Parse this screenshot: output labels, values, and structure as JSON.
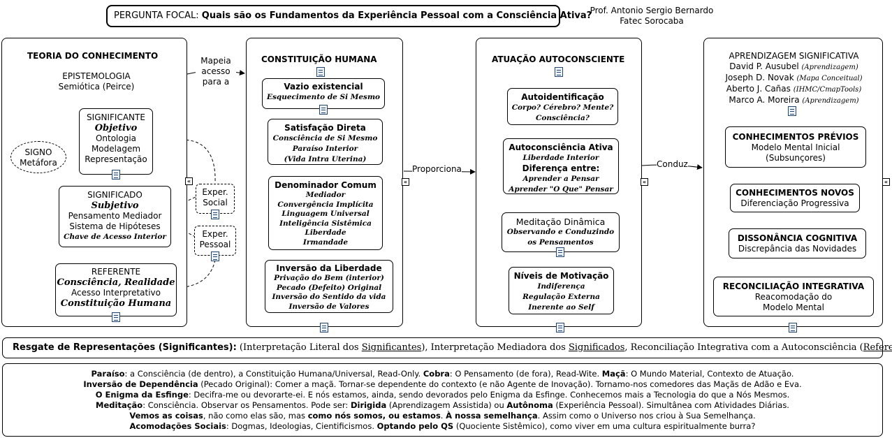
{
  "header": {
    "focal_prefix": "PERGUNTA FOCAL: ",
    "focal_question": "Quais são os Fundamentos da Experiência Pessoal com a Consciência Ativa?",
    "author": "Prof. Antonio Sergio Bernardo",
    "institution": "Fatec Sorocaba"
  },
  "teoria": {
    "title": "TEORIA DO CONHECIMENTO",
    "line1": "EPISTEMOLOGIA",
    "line2": "Semiótica (Peirce)",
    "signo": [
      "SIGNO",
      "Metáfora"
    ],
    "significante": {
      "title": "SIGNIFICANTE",
      "sub": "Objetivo",
      "l1": "Ontologia",
      "l2": "Modelagem",
      "l3": "Representação"
    },
    "significado": {
      "title": "SIGNIFICADO",
      "sub": "Subjetivo",
      "l1": "Pensamento Mediador",
      "l2": "Sistema de Hipóteses",
      "l3": "Chave de Acesso Interior"
    },
    "referente": {
      "title": "REFERENTE",
      "sub": "Consciência, Realidade",
      "l1": "Acesso Interpretativo",
      "l2": "Constituição Humana"
    },
    "exper_social": [
      "Exper.",
      "Social"
    ],
    "exper_pessoal": [
      "Exper.",
      "Pessoal"
    ]
  },
  "links": {
    "mapeia": [
      "Mapeia",
      "acesso",
      "para a"
    ],
    "proporciona": "Proporciona",
    "conduz": "Conduz"
  },
  "constituicao": {
    "title": "CONSTITUIÇÃO HUMANA",
    "vazio": {
      "title": "Vazio existencial",
      "l1": "Esquecimento de Si Mesmo"
    },
    "satisfacao": {
      "title": "Satisfação Direta",
      "l1": "Consciência de Si Mesmo",
      "l2": "Paraíso Interior",
      "l3": "(Vida Intra Uterina)"
    },
    "denominador": {
      "title": "Denominador Comum",
      "l1": "Mediador",
      "l2": "Convergência Implícita",
      "l3": "Linguagem Universal",
      "l4": "Inteligência Sistêmica",
      "l5": "Liberdade",
      "l6": "Irmandade"
    },
    "inversao": {
      "title": "Inversão da Liberdade",
      "l1": "Privação do Bem (interior)",
      "l2": "Pecado (Defeito) Original",
      "l3": "Inversão do Sentido da vida",
      "l4": "Inversão de Valores"
    }
  },
  "atuacao": {
    "title": "ATUAÇÃO AUTOCONSCIENTE",
    "autoident": {
      "title": "Autoidentificação",
      "l1": "Corpo? Cérebro? Mente?",
      "l2": "Consciência?"
    },
    "autocons": {
      "title": "Autoconsciência Ativa",
      "l1": "Liberdade Interior",
      "l2": "Diferença entre:",
      "l3": "Aprender a Pensar",
      "l4": "Aprender \"O Que\" Pensar"
    },
    "meditacao": {
      "title": "Meditação Dinâmica",
      "l1": "Observando e Conduzindo",
      "l2": "os Pensamentos"
    },
    "niveis": {
      "title": "Níveis de Motivação",
      "l1": "Indiferença",
      "l2": "Regulação Externa",
      "l3": "Inerente ao Self"
    }
  },
  "aprendizagem": {
    "title": "APRENDIZAGEM SIGNIFICATIVA",
    "authors": [
      {
        "name": "David P. Ausubel ",
        "note": "(Aprendizagem)"
      },
      {
        "name": "Joseph D. Novak ",
        "note": "(Mapa Conceitual)"
      },
      {
        "name": "Aberto J. Cañas ",
        "note": "(IHMC/CmapTools)"
      },
      {
        "name": "Marco A. Moreira ",
        "note": "(Aprendizagem)"
      }
    ],
    "previos": {
      "title": "CONHECIMENTOS PRÉVIOS",
      "l1": "Modelo Mental Inicial",
      "l2": "(Subsunçores)"
    },
    "novos": {
      "title": "CONHECIMENTOS NOVOS",
      "l1": "Diferenciação Progressiva"
    },
    "dissonancia": {
      "title": "DISSONÂNCIA COGNITIVA",
      "l1": "Discrepância das Novidades"
    },
    "reconciliacao": {
      "title": "RECONCILIAÇÃO INTEGRATIVA",
      "l1": "Reacomodação do",
      "l2": "Modelo Mental"
    }
  },
  "resgate": {
    "label": "Resgate de Representações (Significantes):",
    "p1": " (Interpretação Literal dos ",
    "u1": "Significantes",
    "p2": "), Interpretação Mediadora dos ",
    "u2": "Significados",
    "p3": ", Reconciliação Integrativa com a Autoconsciência (",
    "u3": "Referente",
    "p4": ")"
  },
  "notes": {
    "n1a": "Paraíso",
    "n1b": ": a Consciência (de dentro), a Constituição Humana/Universal, Read-Only.   ",
    "n1c": "Cobra",
    "n1d": ": O Pensamento (de fora), Read-Wite.   ",
    "n1e": "Maçã",
    "n1f": ": O Mundo Material, Contexto de Atuação.",
    "n2a": "Inversão de Dependência",
    "n2b": " (Pecado Original): Comer a maçã. Tornar-se dependente do contexto (e não Agente de Inovação). Tornamo-nos comedores das Maçãs de Adão e Eva.",
    "n3a": "O Enigma da Esfinge",
    "n3b": ": Decifra-me ou devorarte-ei. E nós estamos, ainda, sendo devorados pelo Enigma da Esfinge. Conhecemos mais a Tecnologia do que a Nós Mesmos.",
    "n4a": "Meditação",
    "n4b": ": Consciência. Observar os Pensamentos. Pode ser: ",
    "n4c": "Dirigida",
    "n4d": " (Aprendizagem Assistida) ou ",
    "n4e": "Autônoma",
    "n4f": " (Experiência Pessoal). Simultânea com Atividades Diárias.",
    "n5a": "Vemos as coisas",
    "n5b": ", não como elas são, mas ",
    "n5c": "como nós somos, ou estamos",
    "n5d": ". ",
    "n5e": "À nossa semelhança",
    "n5f": ". Assim como o Universo nos criou à Sua Semelhança.",
    "n6a": "Acomodações Sociais",
    "n6b": ": Dogmas, Ideologias, Cientificismos. ",
    "n6c": "Optando pelo QS",
    "n6d": " (Quociente Sistêmico), como viver em uma cultura espiritualmente burra?"
  }
}
